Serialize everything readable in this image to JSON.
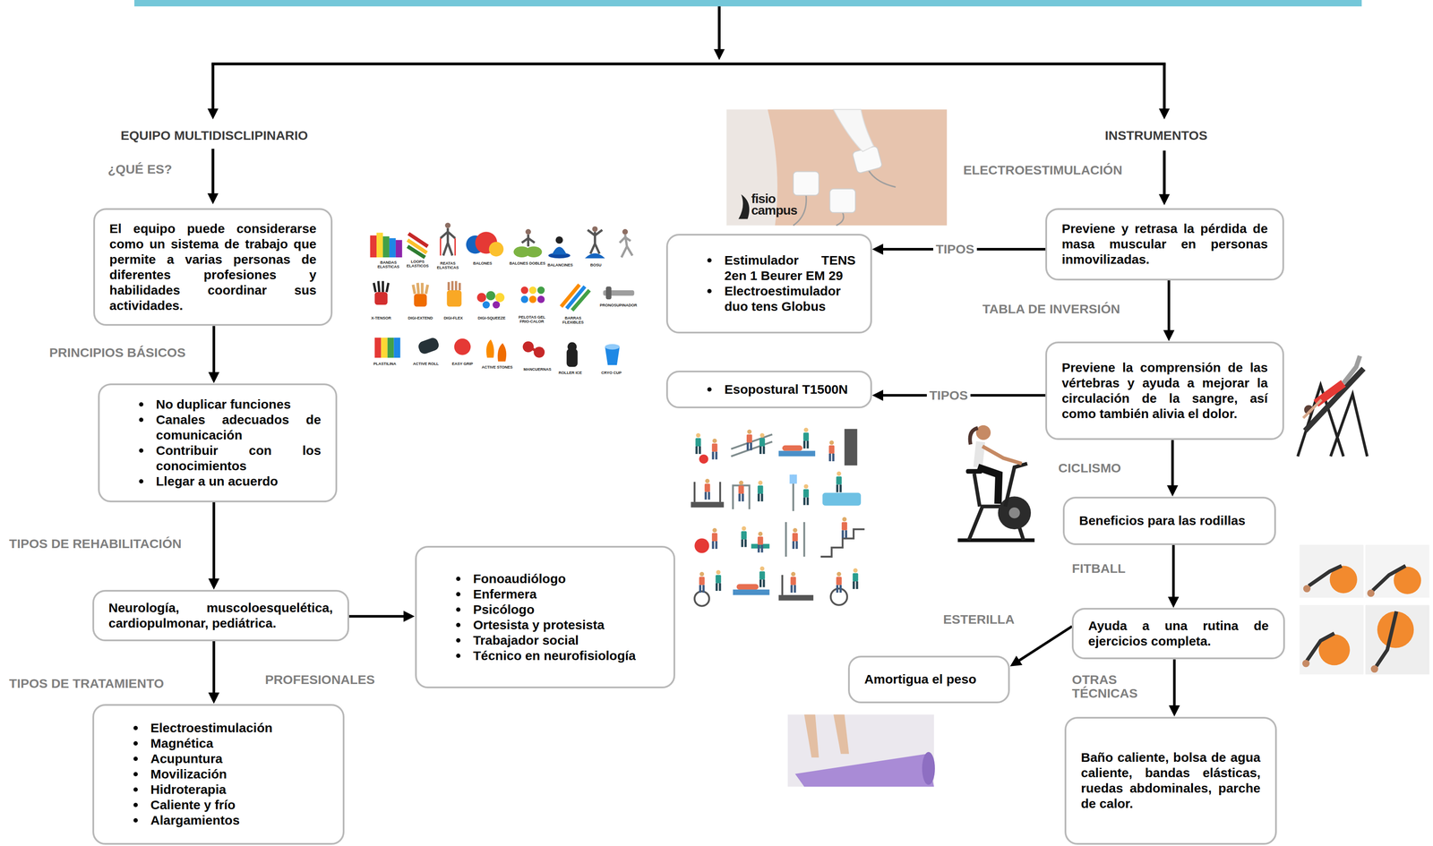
{
  "diagram": {
    "nodes": [
      {
        "text": [
          "El equipo puede considerarse como un sistema de trabajo que permite a varias personas de diferentes profesiones y habilidades coordinar sus actividades."
        ]
      },
      {
        "text": [
          "No duplicar funciones",
          "Canales adecuados de comunicación",
          "Contribuir con los conocimientos",
          "Llegar a un acuerdo"
        ]
      },
      {
        "text": [
          "Neurología, muscoloesquelética, cardiopulmonar, pediátrica."
        ]
      },
      {
        "text": [
          "Fonoaudiólogo",
          "Enfermera",
          "Psicólogo",
          "Ortesista y protesista",
          "Trabajador social",
          "Técnico en neurofisiología"
        ]
      },
      {
        "text": [
          "Electroestimulación",
          "Magnética",
          "Acupuntura",
          "Movilización",
          "Hidroterapia",
          "Caliente y frío",
          "Alargamientos"
        ]
      },
      {
        "text": [
          "Previene y retrasa la pérdida de masa muscular en personas inmovilizadas."
        ]
      },
      {
        "text": [
          "Estimulador TENS 2en 1 Beurer EM 29",
          "Electroestimulador duo tens Globus"
        ]
      },
      {
        "text": [
          "Previene la comprensión de las vértebras y ayuda a mejorar la circulación de la sangre, así como también alivia el dolor."
        ]
      },
      {
        "text": [
          "Esopostural T1500N"
        ]
      },
      {
        "text": [
          "Beneficios para las rodillas"
        ]
      },
      {
        "text": [
          "Ayuda a una rutina de ejercicios completa."
        ]
      },
      {
        "text": [
          "Amortigua el peso"
        ]
      },
      {
        "text": [
          "Baño caliente, bolsa de agua caliente, bandas elásticas, ruedas abdominales, parche de calor."
        ]
      }
    ],
    "edges": [
      {
        "from": 0,
        "to": 1,
        "label": "PRINCIPIOS BÁSICOS",
        "arrow": "to"
      },
      {
        "from": 1,
        "to": 2,
        "label": "TIPOS DE REHABILITACIÓN",
        "arrow": "to"
      },
      {
        "from": 2,
        "to": 3,
        "label": "PROFESIONALES",
        "arrow": "to"
      },
      {
        "from": 2,
        "to": 4,
        "label": "TIPOS DE TRATAMIENTO",
        "arrow": "to"
      },
      {
        "from": 5,
        "to": 6,
        "label": "TIPOS",
        "arrow": "to"
      },
      {
        "from": 5,
        "to": 7,
        "label": "TABLA DE INVERSIÓN",
        "arrow": "to"
      },
      {
        "from": 7,
        "to": 8,
        "label": "TIPOS",
        "arrow": "to"
      },
      {
        "from": 7,
        "to": 9,
        "label": "CICLISMO",
        "arrow": "to"
      },
      {
        "from": 9,
        "to": 10,
        "label": "FITBALL",
        "arrow": "to"
      },
      {
        "from": 10,
        "to": 11,
        "label": "ESTERILLA",
        "arrow": "to"
      },
      {
        "from": 10,
        "to": 12,
        "label": "OTRAS TÉCNICAS",
        "arrow": "to"
      }
    ],
    "labels": [
      "EQUIPO MULTIDISCLIPINARIO",
      "¿QUÉ ES?",
      "INSTRUMENTOS",
      "ELECTROESTIMULACIÓN",
      "fisio campus",
      "BANDAS ELASTICAS",
      "LOOPS ELASTICOS",
      "REATAS ELASTICAS",
      "BALONES",
      "BALONES DOBLES",
      "BALANCINES",
      "BOSU",
      "X-TENSOR",
      "DIGI-EXTEND",
      "DIGI-FLEX",
      "DIGI-SQUEEZE",
      "PELOTAS GEL FRIO-CALOR",
      "BARRAS FLEXIBLES",
      "PRONOSUPINADOR",
      "PLASTILINA",
      "ACTIVE ROLL",
      "EASY GRIP",
      "ACTIVE STONES",
      "MANCUERNAS",
      "ROLLER ICE",
      "CRYO CUP"
    ]
  }
}
